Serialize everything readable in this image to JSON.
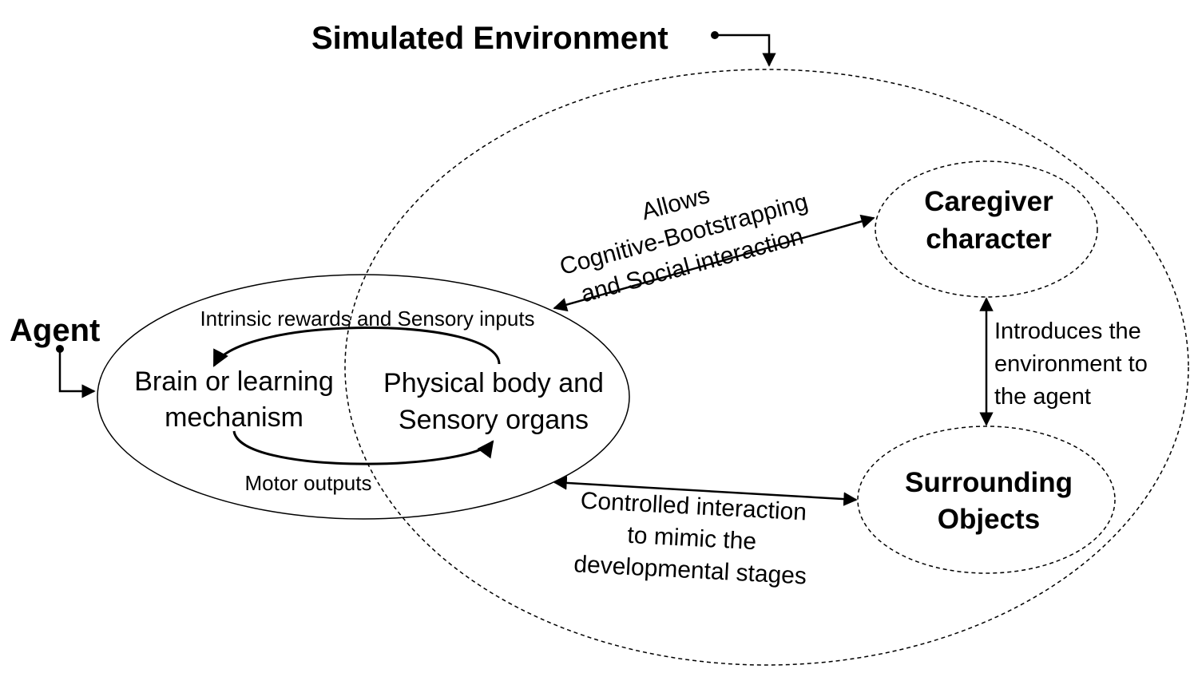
{
  "labels": {
    "simulated_environment": "Simulated Environment",
    "agent": "Agent",
    "caregiver_line1": "Caregiver",
    "caregiver_line2": "character",
    "surrounding_line1": "Surrounding",
    "surrounding_line2": "Objects",
    "brain_line1": "Brain or learning",
    "brain_line2": "mechanism",
    "body_line1": "Physical body and",
    "body_line2": "Sensory organs",
    "intrinsic": "Intrinsic rewards and Sensory inputs",
    "motor": "Motor outputs",
    "allows_line1": "Allows",
    "allows_line2": "Cognitive-Bootstrapping",
    "allows_line3": "and Social interaction",
    "introduces_line1": "Introduces the",
    "introduces_line2": "environment to",
    "introduces_line3": "the agent",
    "controlled_line1": "Controlled interaction",
    "controlled_line2": "to mimic the",
    "controlled_line3": "developmental stages"
  }
}
